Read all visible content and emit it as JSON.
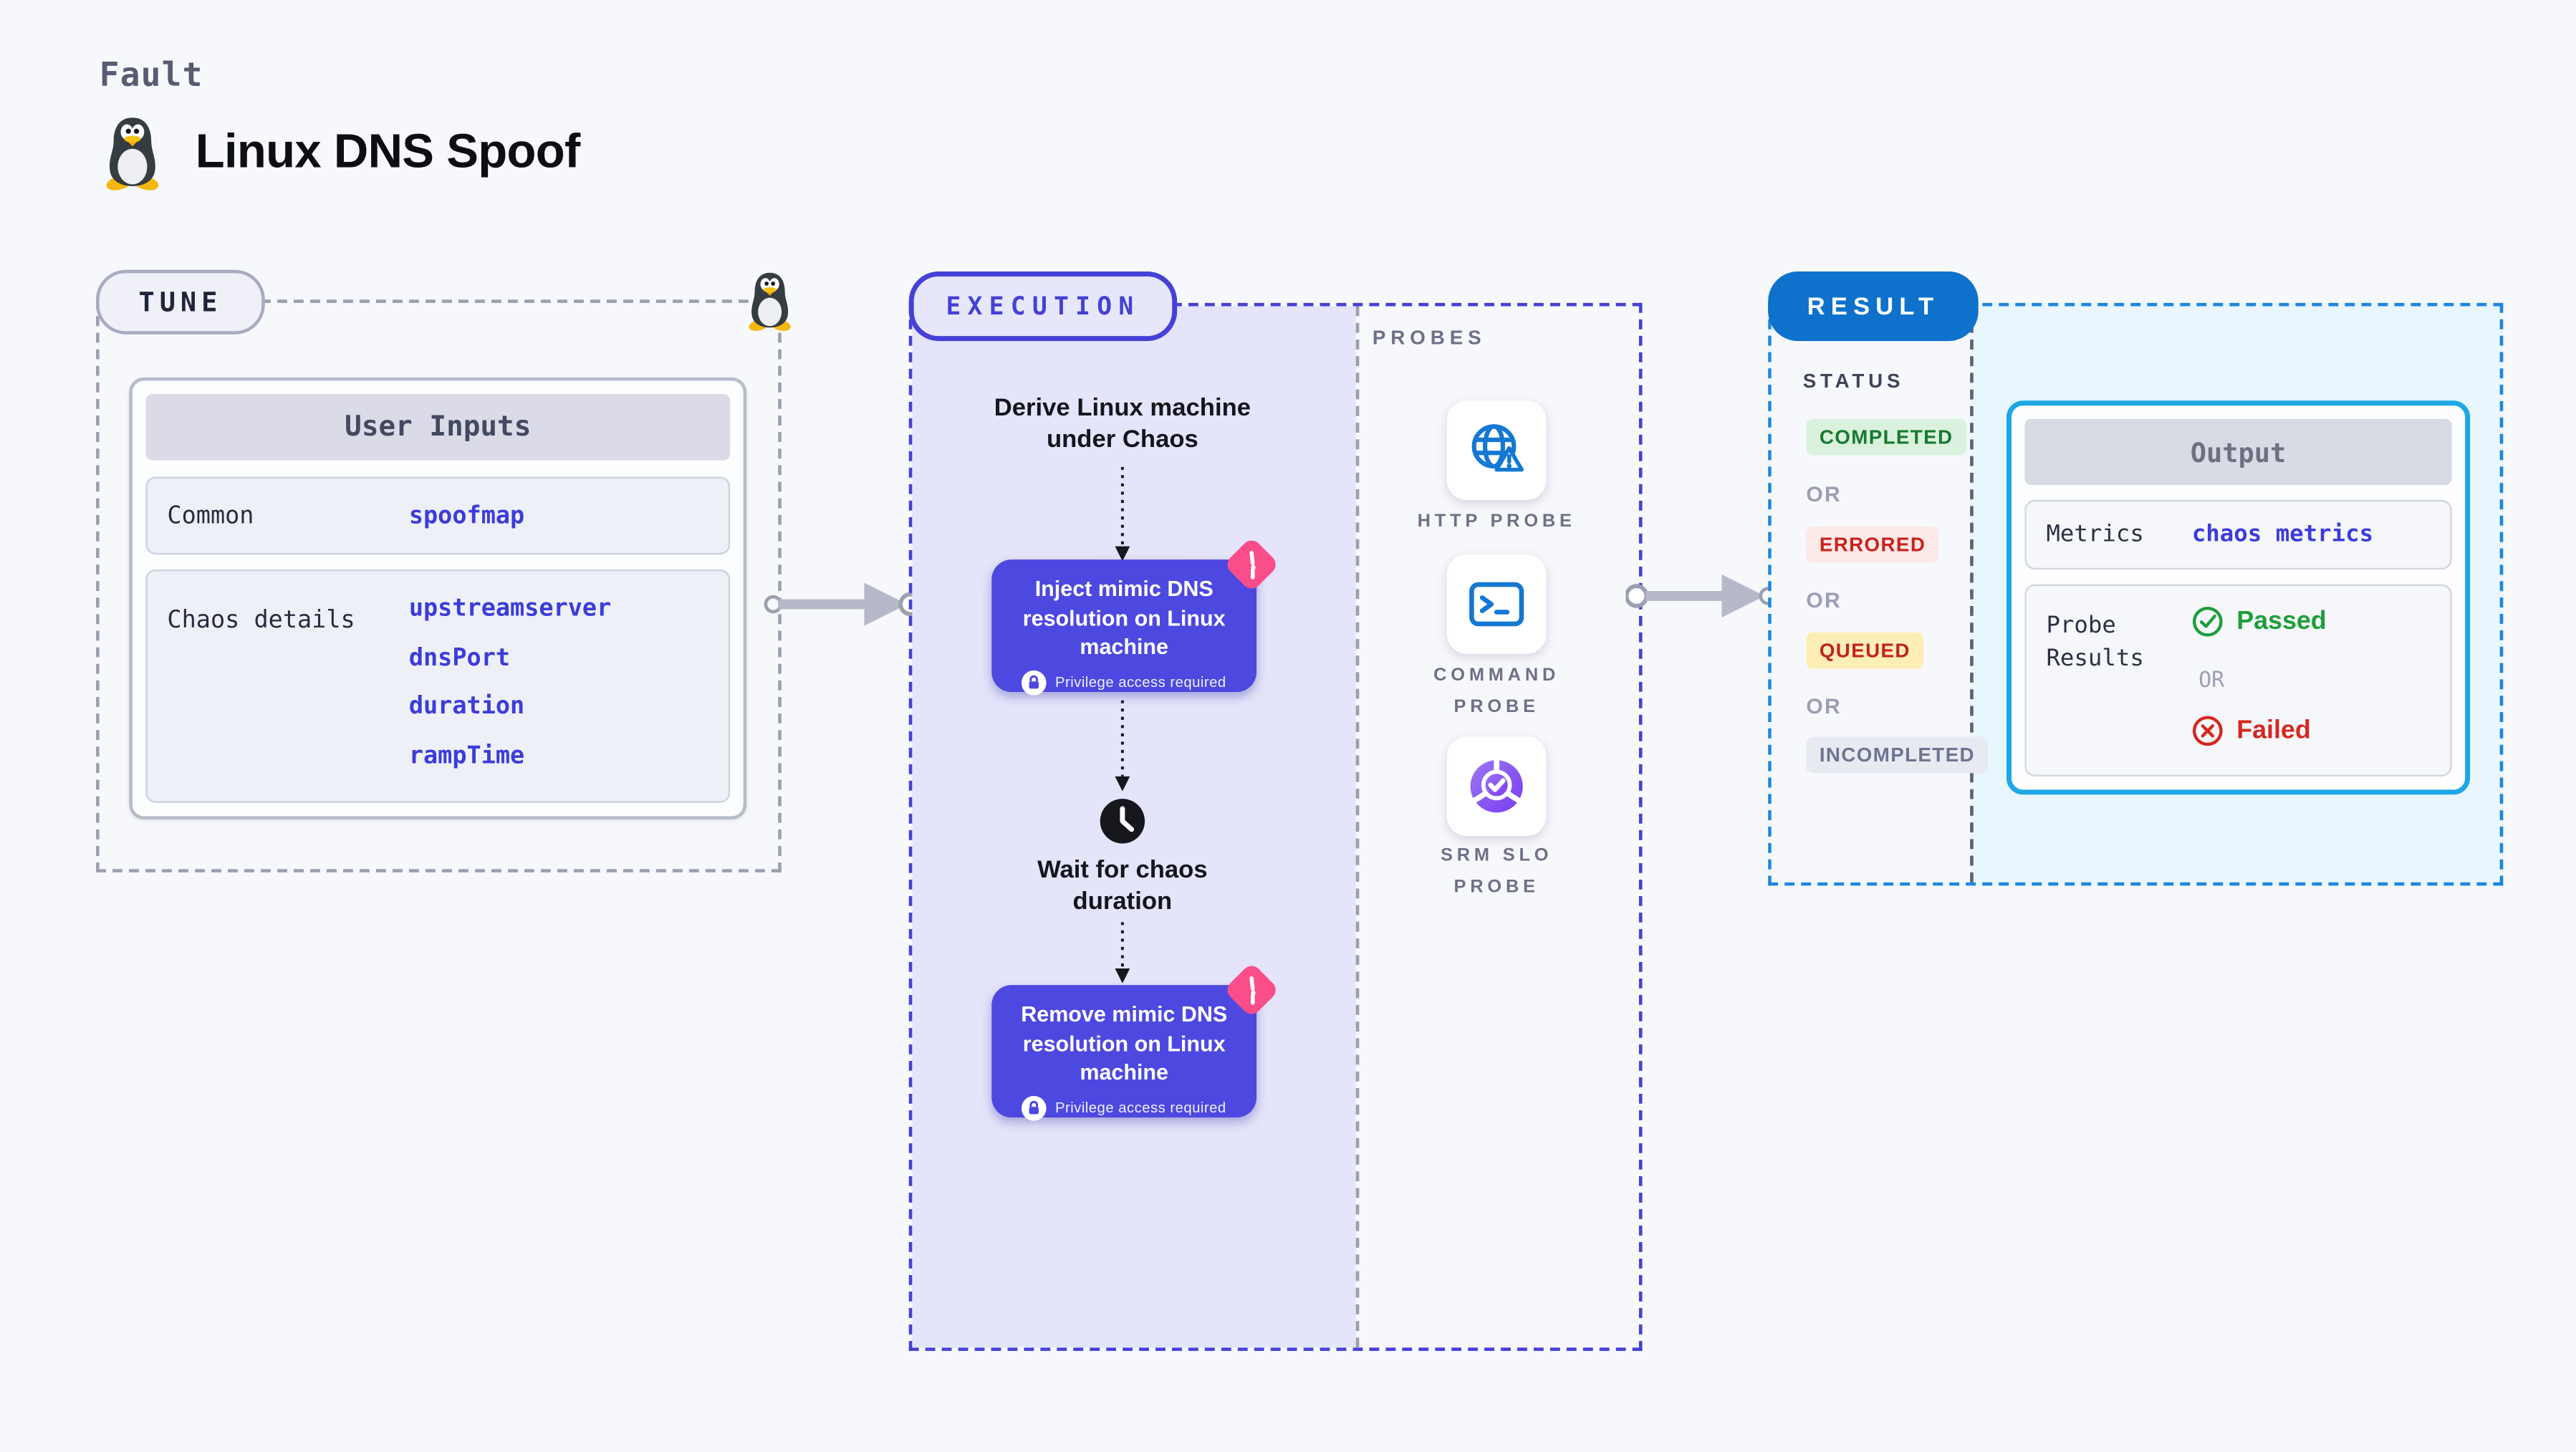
{
  "page": {
    "kicker": "Fault",
    "title": "Linux DNS Spoof"
  },
  "tune": {
    "label": "TUNE",
    "user_inputs": {
      "title": "User Inputs",
      "rows": [
        {
          "label": "Common",
          "values": [
            "spoofmap"
          ]
        },
        {
          "label": "Chaos details",
          "values": [
            "upstreamserver",
            "dnsPort",
            "duration",
            "rampTime"
          ]
        }
      ]
    }
  },
  "execution": {
    "label": "EXECUTION",
    "derive_step": "Derive Linux machine under Chaos",
    "inject_step": "Inject mimic DNS resolution on Linux machine",
    "privilege_note": "Privilege access required",
    "wait_step": "Wait for chaos duration",
    "remove_step": "Remove mimic DNS resolution on Linux machine"
  },
  "probes": {
    "label": "PROBES",
    "items": [
      {
        "name": "HTTP PROBE",
        "icon": "globe-alert-icon"
      },
      {
        "name": "COMMAND PROBE",
        "icon": "terminal-icon"
      },
      {
        "name": "SRM SLO PROBE",
        "icon": "slo-donut-icon"
      }
    ]
  },
  "result": {
    "label": "RESULT",
    "status": {
      "title": "STATUS",
      "completed": "COMPLETED",
      "errored": "ERRORED",
      "queued": "QUEUED",
      "incompleted": "INCOMPLETED",
      "or": "OR"
    },
    "output": {
      "title": "Output",
      "metrics_label": "Metrics",
      "metrics_value": "chaos metrics",
      "probe_results_label": "Probe Results",
      "passed": "Passed",
      "or": "OR",
      "failed": "Failed"
    }
  },
  "colors": {
    "accent_indigo": "#4d48e0",
    "accent_blue": "#0e72cc",
    "accent_cyan_border": "#1da7e4",
    "litmus_pink": "#fa4e8a",
    "probe_icon_blue": "#1478d2",
    "passed_green": "#1e9e3b",
    "failed_red": "#d4281f",
    "lavender_bg": "#e4e4fa",
    "result_bg": "#e9f6fd"
  }
}
